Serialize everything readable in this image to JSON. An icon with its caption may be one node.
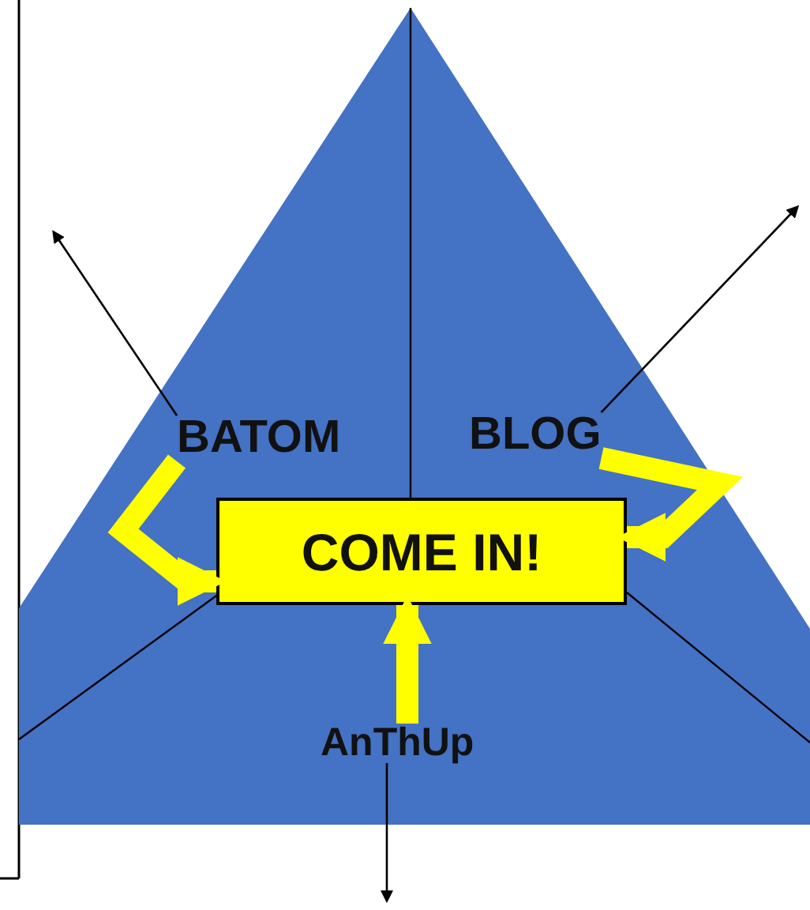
{
  "diagram": {
    "nodes": [
      {
        "text": [],
        "shape": "triangle"
      },
      {
        "text": [
          "BATOM"
        ],
        "in": 0
      },
      {
        "text": [
          "BLOG"
        ],
        "in": 0
      },
      {
        "text": [
          "COME IN!"
        ],
        "in": 0
      },
      {
        "text": [
          "AnThUp"
        ],
        "in": 0
      }
    ],
    "edges": [
      {
        "from": 1,
        "to": 3,
        "arrow": "to",
        "style": "thick",
        "color": "#ffff00"
      },
      {
        "from": 2,
        "to": 3,
        "arrow": "to",
        "style": "thick",
        "color": "#ffff00"
      },
      {
        "from": 4,
        "to": 3,
        "arrow": "to",
        "style": "thick",
        "color": "#ffff00"
      },
      {
        "from": 1,
        "to": null,
        "arrow": "to",
        "color": "#000000"
      },
      {
        "from": 2,
        "to": null,
        "arrow": "to",
        "color": "#000000"
      },
      {
        "from": 4,
        "to": null,
        "arrow": "to",
        "color": "#000000"
      }
    ]
  }
}
